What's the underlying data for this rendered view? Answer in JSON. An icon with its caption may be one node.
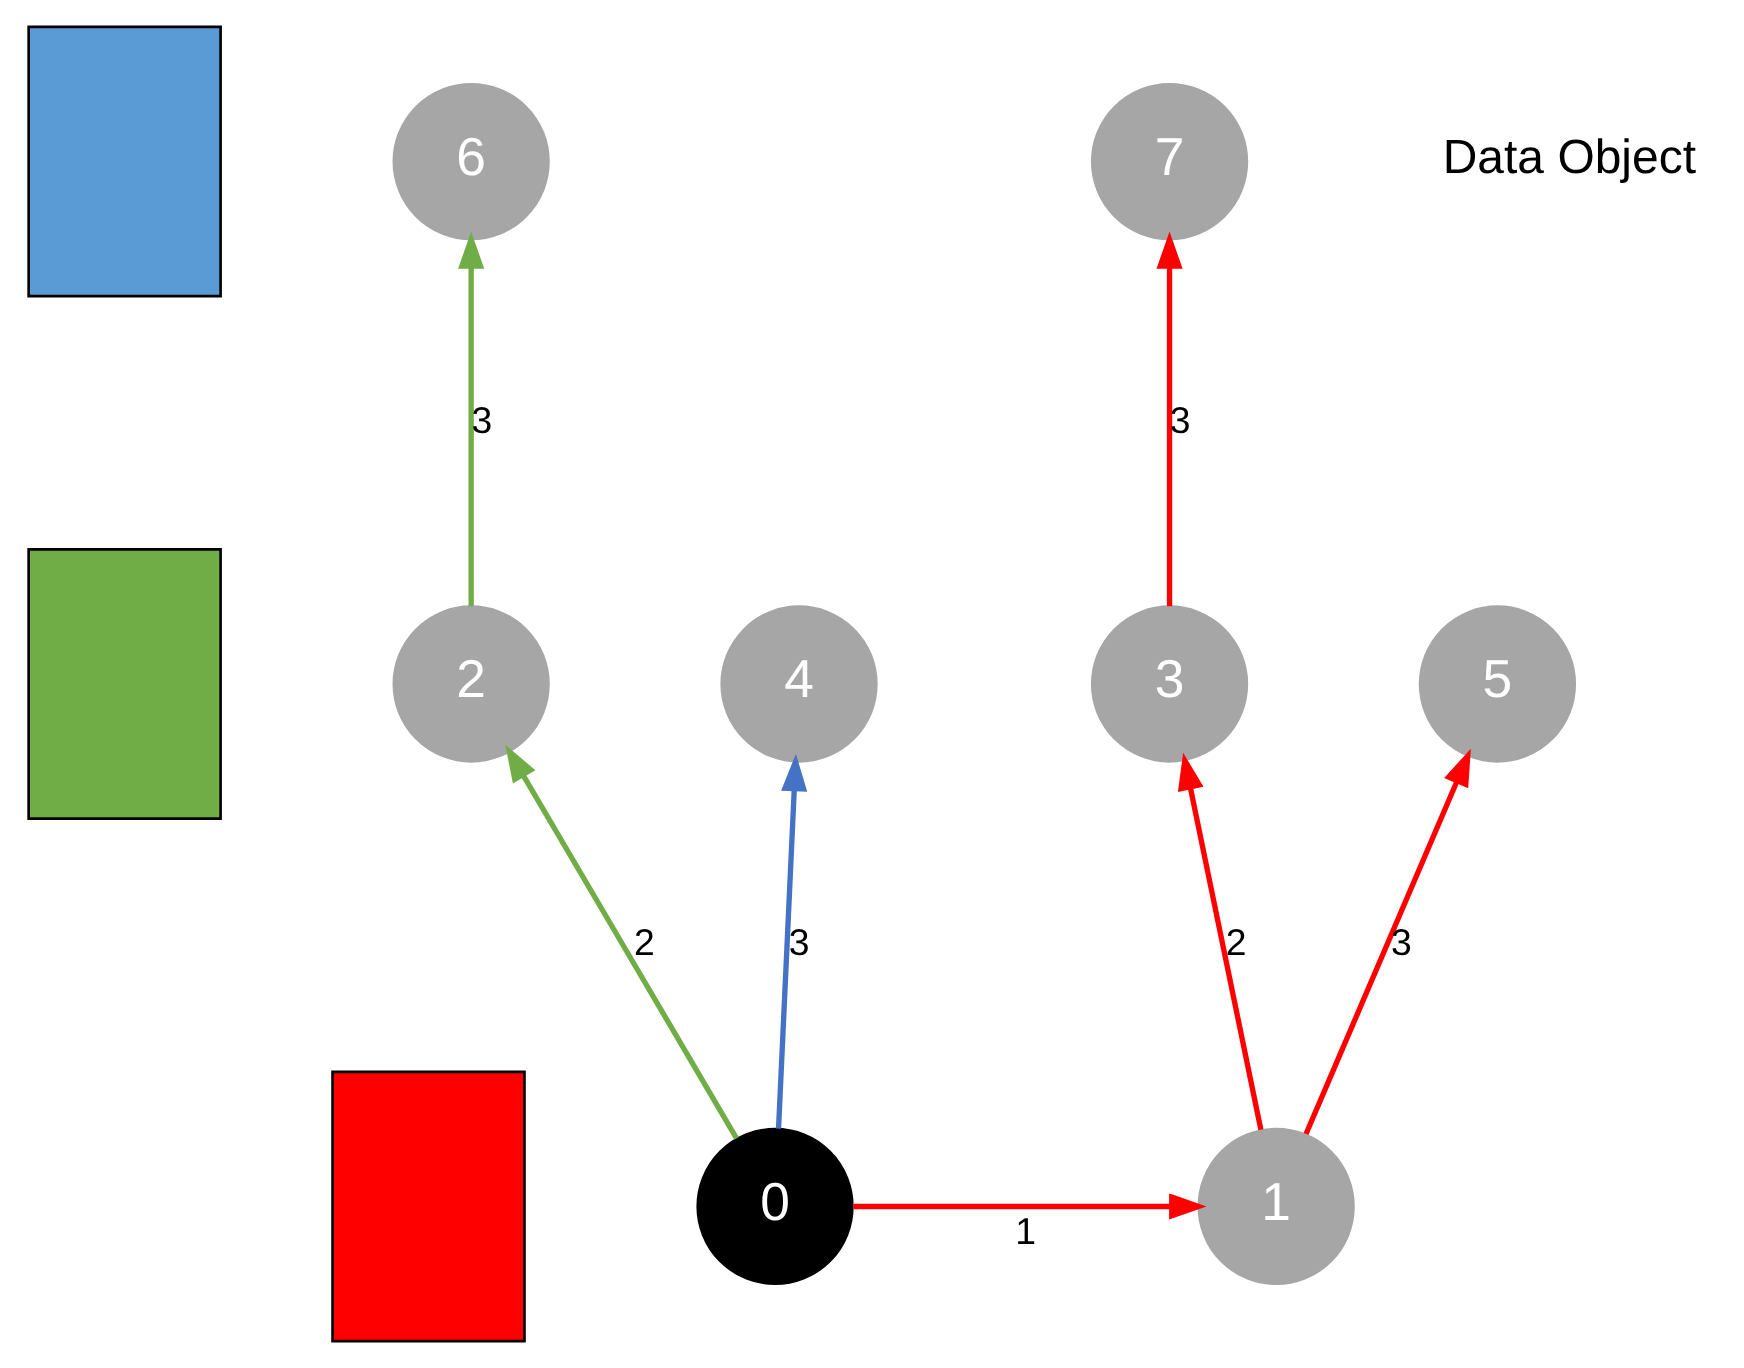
{
  "diagram": {
    "nodes": [
      {
        "text": [],
        "shape": "box"
      },
      {
        "text": [],
        "shape": "box"
      },
      {
        "text": [],
        "shape": "box"
      },
      {
        "text": [
          "6"
        ]
      },
      {
        "text": [
          "7"
        ]
      },
      {
        "text": [
          "2"
        ]
      },
      {
        "text": [
          "3"
        ]
      },
      {
        "text": [
          "4"
        ]
      },
      {
        "text": [
          "5"
        ]
      },
      {
        "text": [
          "0"
        ]
      },
      {
        "text": [
          "1"
        ]
      }
    ],
    "edges": [
      {
        "from": 9,
        "to": 10,
        "arrow": "to",
        "label": "1"
      },
      {
        "from": 9,
        "to": 5,
        "arrow": "to",
        "label": "2",
        "color": "#70ad47"
      },
      {
        "from": 9,
        "to": 7,
        "arrow": "to",
        "label": "3",
        "color": "#4472c4"
      },
      {
        "from": 10,
        "to": 6,
        "arrow": "to",
        "label": "2"
      },
      {
        "from": 10,
        "to": 8,
        "arrow": "to",
        "label": "3"
      },
      {
        "from": 5,
        "to": 3,
        "arrow": "to",
        "label": "3",
        "color": "#70ad47"
      },
      {
        "from": 6,
        "to": 4,
        "arrow": "to",
        "label": "3"
      }
    ],
    "labels": [
      "Data Object"
    ]
  }
}
